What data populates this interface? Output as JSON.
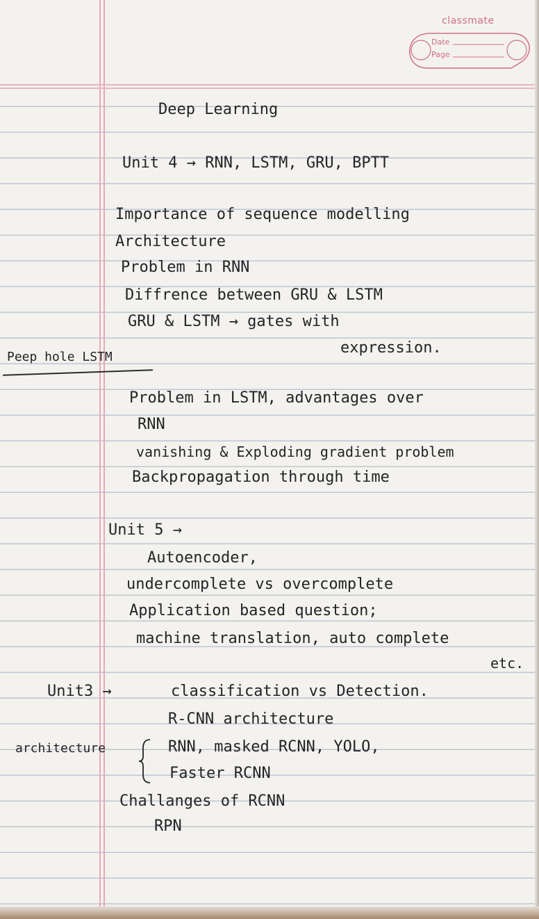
{
  "brand": "classmate",
  "badge": {
    "date_label": "Date",
    "page_label": "Page"
  },
  "title": "Deep Learning",
  "unit4": {
    "heading": "Unit 4 → RNN, LSTM, GRU, BPTT",
    "items": [
      "Importance of sequence modelling",
      "Architecture",
      "Problem in RNN",
      "Diffrence between GRU & LSTM",
      "GRU & LSTM → gates with",
      "expression."
    ],
    "margin_note": "Peep hole LSTM",
    "items2": [
      "Problem in LSTM, advantages over",
      "RNN",
      "vanishing & Exploding gradient problem",
      "Backpropagation through time"
    ]
  },
  "unit5": {
    "heading": "Unit 5 →",
    "items": [
      "Autoencoder,",
      "undercomplete vs overcomplete",
      "Application based question;",
      "machine translation, auto complete",
      "etc."
    ]
  },
  "unit3": {
    "heading": "Unit3 →",
    "items": [
      "classification vs Detection.",
      "R-CNN architecture"
    ],
    "architecture_label": "architecture",
    "brace_items": [
      "RNN, masked RCNN, YOLO,",
      "Faster RCNN"
    ],
    "items2": [
      "Challanges of RCNN",
      "RPN"
    ]
  },
  "colors": {
    "paper": "#f4f2ee",
    "ruled_line": "#bcc6d2",
    "margin_line": "#e7a8b8",
    "ink": "#232427",
    "brand": "#cf6f83"
  }
}
